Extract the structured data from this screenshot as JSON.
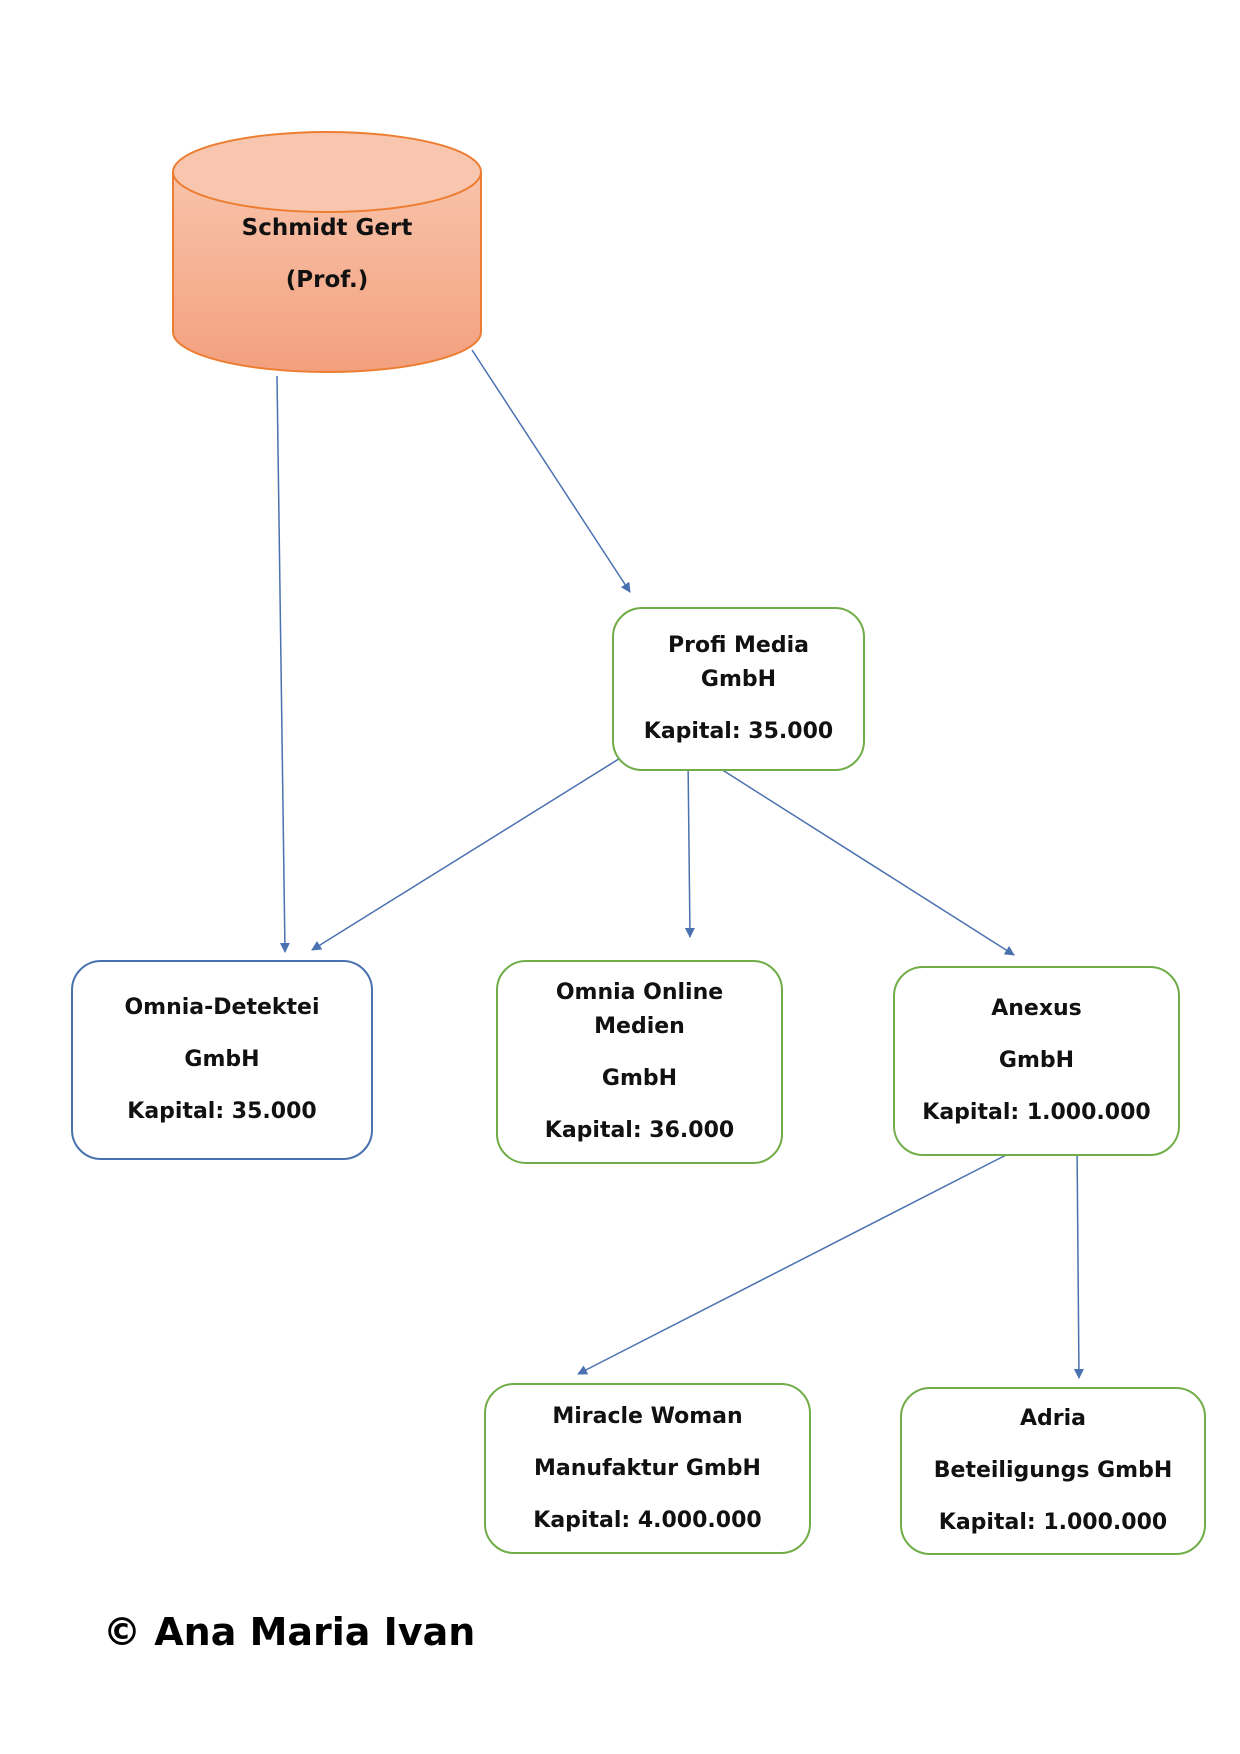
{
  "colors": {
    "cylinder_top": "#f8c6ae",
    "cylinder_body": "#f4a585",
    "cylinder_stroke": "#ed7d31",
    "box_border_green": "#70ad47",
    "box_border_blue": "#4a72b0",
    "arrow": "#4a72b0"
  },
  "owner": {
    "name": "Schmidt Gert",
    "title": "(Prof.)"
  },
  "companies": {
    "profi_media": {
      "name_line1": "Profi Media",
      "name_line2": "GmbH",
      "capital": "Kapital: 35.000"
    },
    "omnia_detektei": {
      "name_line1": "Omnia-Detektei",
      "name_line2": "GmbH",
      "capital": "Kapital: 35.000"
    },
    "omnia_online": {
      "name_line1": "Omnia Online",
      "name_line2": "Medien",
      "name_line3": "GmbH",
      "capital": "Kapital: 36.000"
    },
    "anexus": {
      "name_line1": "Anexus",
      "name_line2": "GmbH",
      "capital": "Kapital: 1.000.000"
    },
    "miracle_woman": {
      "name_line1": "Miracle Woman",
      "name_line2": "Manufaktur GmbH",
      "capital": "Kapital: 4.000.000"
    },
    "adria": {
      "name_line1": "Adria",
      "name_line2": "Beteiligungs GmbH",
      "capital": "Kapital: 1.000.000"
    }
  },
  "relations": [
    {
      "from": "Schmidt Gert",
      "to": "Omnia-Detektei GmbH"
    },
    {
      "from": "Schmidt Gert",
      "to": "Profi Media GmbH"
    },
    {
      "from": "Profi Media GmbH",
      "to": "Omnia-Detektei GmbH"
    },
    {
      "from": "Profi Media GmbH",
      "to": "Omnia Online Medien GmbH"
    },
    {
      "from": "Profi Media GmbH",
      "to": "Anexus GmbH"
    },
    {
      "from": "Anexus GmbH",
      "to": "Miracle Woman Manufaktur GmbH"
    },
    {
      "from": "Anexus GmbH",
      "to": "Adria Beteiligungs GmbH"
    }
  ],
  "copyright": "© Ana Maria Ivan"
}
